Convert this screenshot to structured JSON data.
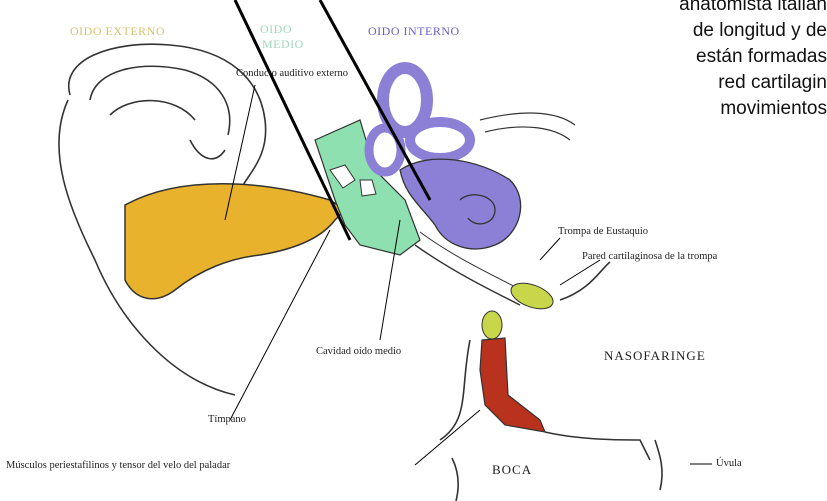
{
  "regions": {
    "outer": "OIDO EXTERNO",
    "middle_line1": "OIDO",
    "middle_line2": "MEDIO",
    "inner": "OIDO INTERNO"
  },
  "labels": {
    "canal": "Conducto auditivo externo",
    "eustachian": "Trompa de Eustaquio",
    "cartilage_wall": "Pared cartilaginosa de la trompa",
    "cavity": "Cavidad oído medio",
    "nasopharynx": "NASOFARINGE",
    "tympanum": "Tímpano",
    "muscles": "Músculos periestafilinos y tensor del velo del paladar",
    "mouth": "BOCA",
    "uvula": "Úvula"
  },
  "overlay_text": {
    "line1": "anatomista italian",
    "line2": "de longitud y de",
    "line3": "están formadas",
    "line4": "red cartilagin",
    "line5": "movimientos"
  },
  "colors": {
    "outer": "#e8b22c",
    "middle": "#8fe0b0",
    "inner": "#8c7fd6",
    "tube": "#c8d64a",
    "muscle": "#b8321e",
    "outer_text": "#d8c070",
    "middle_text": "#9fd8bc",
    "inner_text": "#6a5ec8"
  }
}
